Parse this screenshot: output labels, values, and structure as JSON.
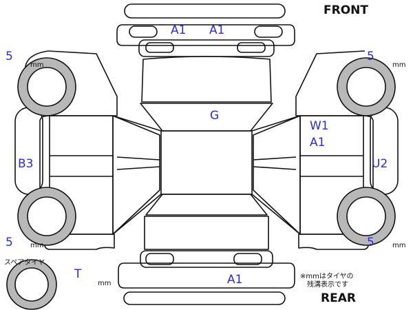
{
  "labels": {
    "front": "FRONT",
    "rear": "REAR",
    "g": "G",
    "roof_a1": "A1",
    "hood_a1_left": "A1",
    "hood_a1_right": "A1",
    "right_w1": "W1",
    "right_a1": "A1",
    "left_b3": "B3",
    "right_u2": "U2",
    "spare_t": "T",
    "spare_tire_label": "スペアタイヤ",
    "tire_fl": "5",
    "tire_fr": "5",
    "tire_rl": "5",
    "tire_rr": "5",
    "mm_fl": "mm",
    "mm_fr": "mm",
    "mm_rl": "mm",
    "mm_rr": "mm",
    "mm_spare": "mm",
    "note_line1": "※mmはタイヤの",
    "note_line2": "残溝表示です"
  },
  "colors": {
    "code_text": "#2a2adf",
    "outline": "#111111",
    "tire_gray": "#b8b8b8"
  }
}
